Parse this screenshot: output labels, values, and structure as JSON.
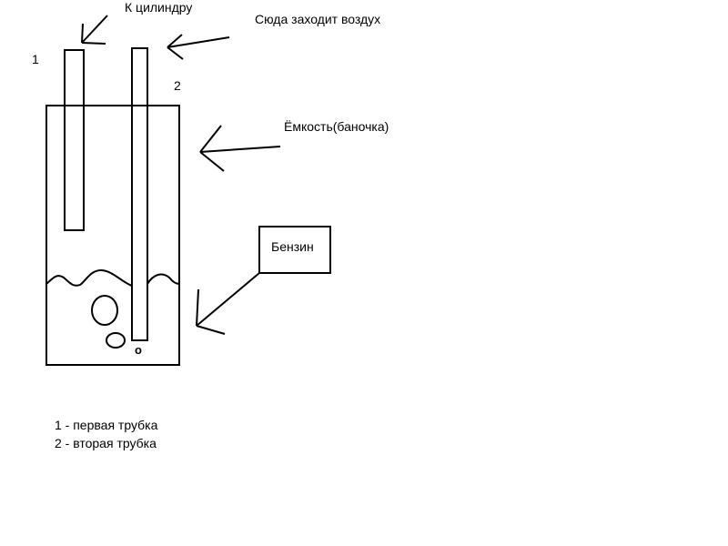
{
  "labels": {
    "to_cylinder": "К цилиндру",
    "air_inlet": "Сюда заходит воздух",
    "container": "Ёмкость(баночка)",
    "gasoline": "Бензин",
    "tube1_number": "1",
    "tube2_number": "2",
    "bubble_mark": "o"
  },
  "legend": [
    "1 - первая трубка",
    "2 - вторая трубка"
  ]
}
